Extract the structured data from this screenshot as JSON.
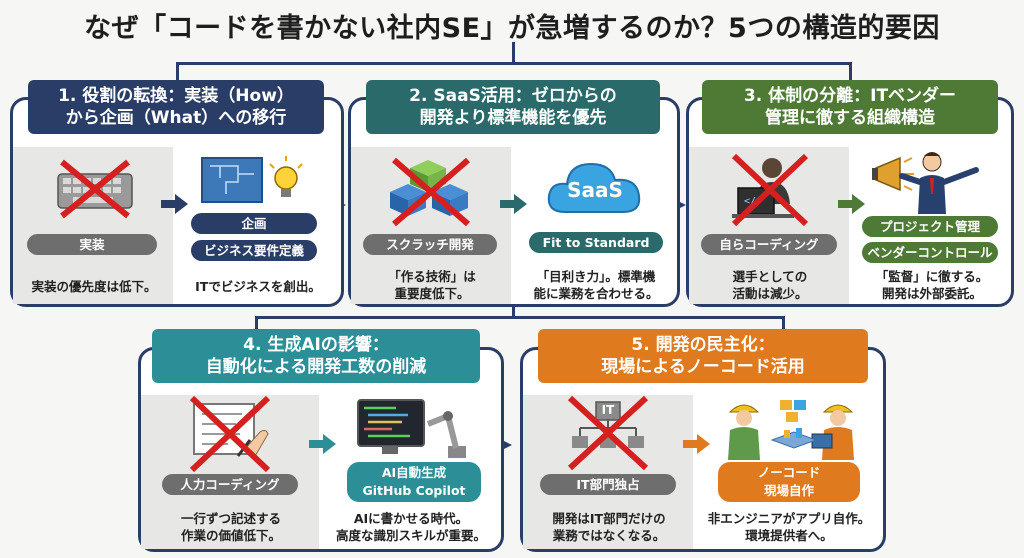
{
  "title": "なぜ「コードを書かない社内SE」が急増するのか？5つの構造的要因",
  "colors": {
    "navy": "#2a3d66",
    "teal": "#2b6a6a",
    "green": "#4f7a35",
    "teal2": "#2c8f97",
    "orange": "#e07a1f",
    "grey": "#6e6e6e"
  },
  "panels": [
    {
      "header1": "1. 役割の転換：実装（How）",
      "header2": "から企画（What）への移行",
      "left_icon": "keyboard-icon",
      "left_label": "実装",
      "left_caption": "実装の優先度は低下。",
      "right_icon": "blueprint-lightbulb-icon",
      "right_labels": [
        "企画",
        "ビジネス要件定義"
      ],
      "right_caption": "ITでビジネスを創出。"
    },
    {
      "header1": "2. SaaS活用：ゼロからの",
      "header2": "開発より標準機能を優先",
      "left_icon": "blocks-icon",
      "left_label": "スクラッチ開発",
      "left_caption1": "「作る技術」は",
      "left_caption2": "重要度低下。",
      "right_icon": "saas-cloud-icon",
      "right_cloud_text": "SaaS",
      "right_label": "Fit to Standard",
      "right_caption1": "「目利き力」。標準機",
      "right_caption2": "能に業務を合わせる。"
    },
    {
      "header1": "3. 体制の分離：ITベンダー",
      "header2": "管理に徹する組織構造",
      "left_icon": "coder-laptop-icon",
      "left_label": "自らコーディング",
      "left_caption1": "選手としての",
      "left_caption2": "活動は減少。",
      "right_icon": "megaphone-manager-icon",
      "right_labels": [
        "プロジェクト管理",
        "ベンダーコントロール"
      ],
      "right_caption1": "「監督」に徹する。",
      "right_caption2": "開発は外部委託。"
    },
    {
      "header1": "4. 生成AIの影響：",
      "header2": "自動化による開発工数の削減",
      "left_icon": "hand-coding-icon",
      "left_label": "人力コーディング",
      "left_caption1": "一行ずつ記述する",
      "left_caption2": "作業の価値低下。",
      "right_icon": "robot-arm-icon",
      "right_labels": [
        "AI自動生成",
        "GitHub Copilot"
      ],
      "right_caption1": "AIに書かせる時代。",
      "right_caption2": "高度な識別スキルが重要。"
    },
    {
      "header1": "5. 開発の民主化：",
      "header2": "現場によるノーコード活用",
      "left_icon": "it-hierarchy-icon",
      "left_box_text": "IT",
      "left_label": "IT部門独占",
      "left_caption1": "開発はIT部門だけの",
      "left_caption2": "業務ではなくなる。",
      "right_icon": "field-workers-icon",
      "right_labels": [
        "ノーコード",
        "現場自作"
      ],
      "right_caption1": "非エンジニアがアプリ自作。",
      "right_caption2": "環境提供者へ。"
    }
  ]
}
